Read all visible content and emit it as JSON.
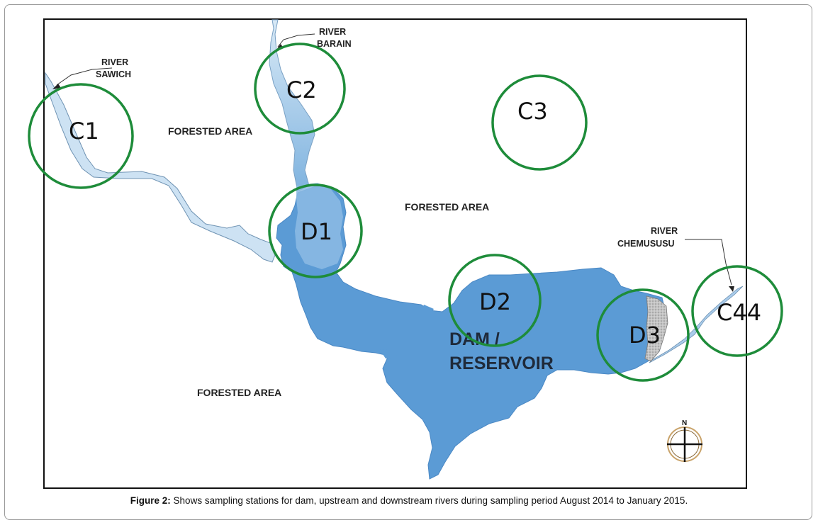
{
  "map": {
    "rivers": {
      "sawich": {
        "line1": "RIVER",
        "line2": "SAWICH"
      },
      "barain": {
        "line1": "RIVER",
        "line2": "BARAIN"
      },
      "chemususu": {
        "line1": "RIVER",
        "line2": "CHEMUSUSU"
      }
    },
    "areas": {
      "forested_top": "FORESTED AREA",
      "forested_middle": "FORESTED AREA",
      "forested_bottom": "FORESTED AREA"
    },
    "reservoir": {
      "line1": "DAM /",
      "line2": "RESERVOIR"
    },
    "stations": {
      "c1": "C1",
      "c2": "C2",
      "c3": "C3",
      "d1": "D1",
      "d2": "D2",
      "d3": "D3",
      "c44": "C44"
    },
    "north_arrow": "N",
    "colors": {
      "water": "#5b9bd5",
      "river_light": "#c9e0f2",
      "station_ring": "#1e8c3a",
      "dam_wall": "#b8b8b8"
    }
  },
  "caption": {
    "label": "Figure 2:",
    "text": " Shows sampling stations for dam, upstream and downstream rivers during sampling period August 2014 to January 2015."
  }
}
